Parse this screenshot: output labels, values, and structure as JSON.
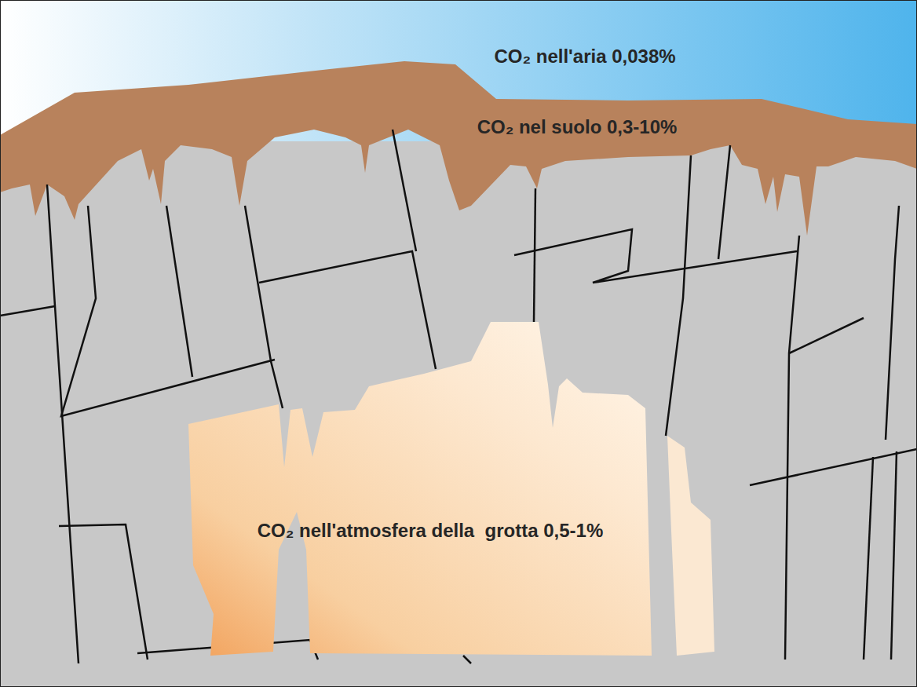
{
  "diagram": {
    "nodes": [
      {
        "text": [
          "CO₂ nell'aria 0,038%"
        ]
      },
      {
        "text": [
          "CO₂ nel suolo 0,3-10%"
        ]
      },
      {
        "text": [
          "CO₂ nell'atmosfera della  grotta 0,5-1%"
        ]
      }
    ]
  }
}
